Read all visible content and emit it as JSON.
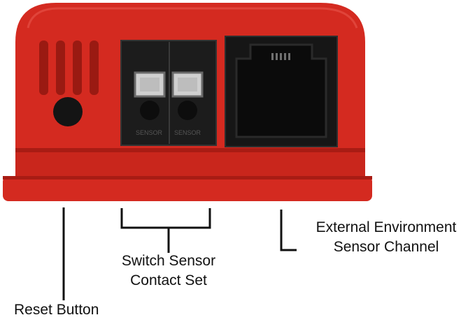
{
  "colors": {
    "housing_red": "#d42a20",
    "housing_shadow": "#a81c14",
    "connector_black": "#1c1c1c",
    "leader_line": "#111111"
  },
  "device": {
    "terminal_marks": [
      "SENSOR",
      "SENSOR"
    ]
  },
  "labels": {
    "reset_button": "Reset Button",
    "switch_sensor": {
      "line1": "Switch Sensor",
      "line2": "Contact Set"
    },
    "environment_sensor": {
      "line1": "External Environment",
      "line2": "Sensor Channel"
    }
  }
}
